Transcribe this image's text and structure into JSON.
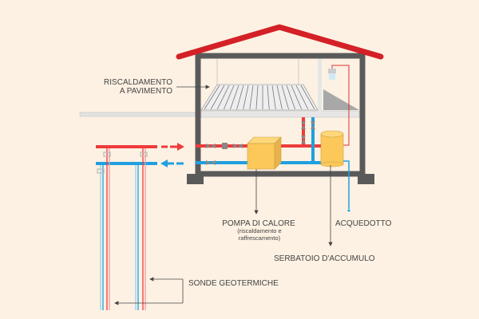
{
  "labels": {
    "floor_heating_1": "RISCALDAMENTO",
    "floor_heating_2": "A PAVIMENTO",
    "heat_pump": "POMPA DI CALORE",
    "heat_pump_sub1": "(riscaldamento e",
    "heat_pump_sub2": "raffrescamento)",
    "aqueduct": "ACQUEDOTTO",
    "tank": "SERBATOIO D'ACCUMULO",
    "probes": "SONDE GEOTERMICHE"
  },
  "colors": {
    "background": "#fdf1e3",
    "roof": "#d42027",
    "hot_pipe": "#ee3b3b",
    "cold_pipe": "#1ea0e0",
    "wall": "#5a5a5a",
    "equipment": "#fcc85a"
  }
}
